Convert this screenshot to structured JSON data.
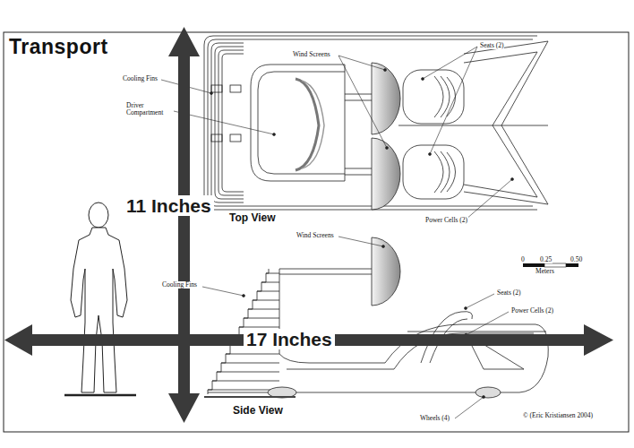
{
  "diagram": {
    "title": "Transport",
    "labels": [
      "Cooling Fins",
      "Driver Compartment",
      "Wind Screens",
      "Seats (2)",
      "Power Cells (2)",
      "Top View",
      "11 Inches",
      "Wind Screens",
      "Cooling Fins",
      "0",
      "0.25",
      "0.50",
      "Meters",
      "Seats (2)",
      "Power Cells (2)",
      "17 Inches",
      "Side View",
      "Wheels (4)",
      "© (Eric Kristiansen 2004)"
    ]
  }
}
